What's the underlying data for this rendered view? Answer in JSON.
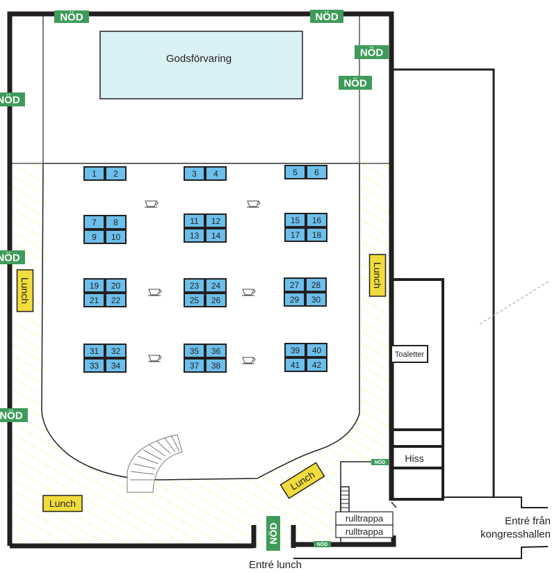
{
  "title_storage": "Godsförvaring",
  "emergency_label": "NÖD",
  "lunch_label": "Lunch",
  "toilets_label": "Toaletter",
  "elevator_label": "Hiss",
  "escalator_label": "rulltrappa",
  "entrance_lunch": "Entré lunch",
  "entrance_congress_line1": "Entré från",
  "entrance_congress_line2": "kongresshallen",
  "tables": [
    "1",
    "2",
    "3",
    "4",
    "5",
    "6",
    "7",
    "8",
    "9",
    "10",
    "11",
    "12",
    "13",
    "14",
    "15",
    "16",
    "17",
    "18",
    "19",
    "20",
    "21",
    "22",
    "23",
    "24",
    "25",
    "26",
    "27",
    "28",
    "29",
    "30",
    "31",
    "32",
    "33",
    "34",
    "35",
    "36",
    "37",
    "38",
    "39",
    "40",
    "41",
    "42"
  ],
  "colors": {
    "emergency": "#3f9b5a",
    "table": "#6cbfea",
    "storage": "#d9f0f4",
    "lunch": "#f0dc3c",
    "hatch": "#f7e64a",
    "wall": "#231f20"
  }
}
